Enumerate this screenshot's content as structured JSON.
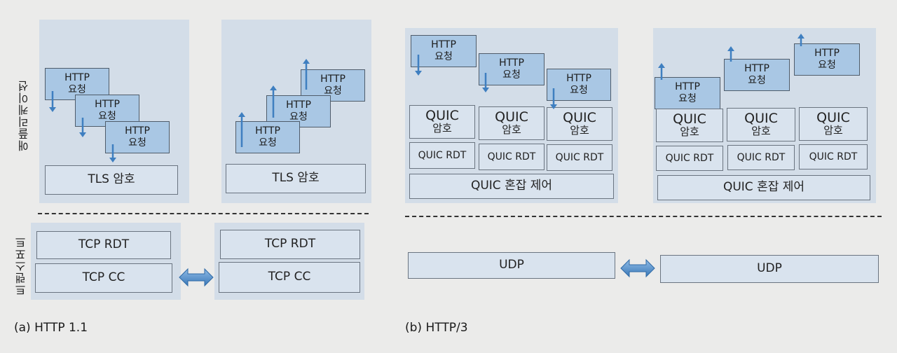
{
  "labels": {
    "application_layer": "애플리케이션",
    "transport_layer": "트랜스포트"
  },
  "http_request": {
    "line1": "HTTP",
    "line2": "요청"
  },
  "tls_encryption": "TLS 암호",
  "tcp_rdt": "TCP RDT",
  "tcp_cc": "TCP CC",
  "quic_encryption": {
    "line1": "QUIC",
    "line2": "암호"
  },
  "quic_rdt": "QUIC RDT",
  "quic_congestion_control": "QUIC 혼잡 제어",
  "udp": "UDP",
  "captions": {
    "http11": "(a) HTTP 1.1",
    "http3": "(b) HTTP/3"
  },
  "colors": {
    "panel": "#d3dde8",
    "box": "#d9e3ee",
    "request": "#a9c7e4",
    "arrow": "#3f7fc0"
  },
  "icons": {
    "down_arrow": "arrow-down-icon",
    "up_arrow": "arrow-up-icon",
    "double_arrow": "double-arrow-icon"
  }
}
